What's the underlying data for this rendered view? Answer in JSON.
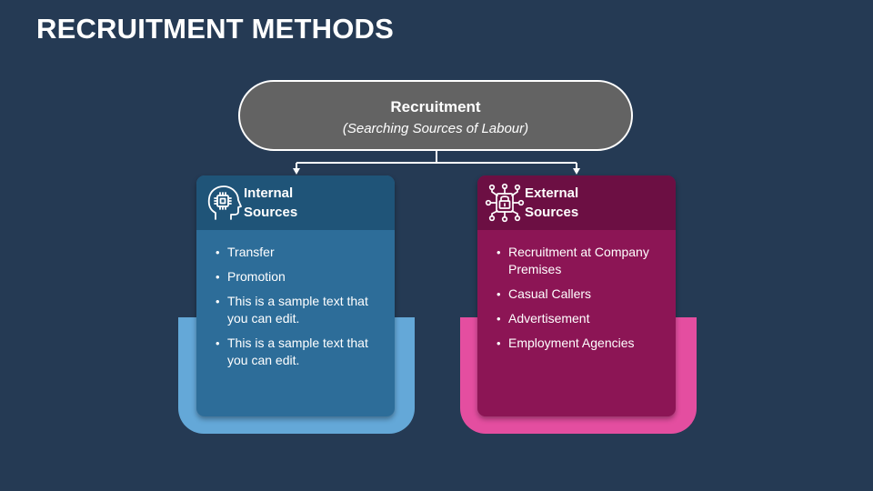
{
  "slide": {
    "title": "RECRUITMENT METHODS"
  },
  "root": {
    "title": "Recruitment",
    "subtitle": "(Searching Sources of Labour)"
  },
  "cards": {
    "internal": {
      "heading": "Internal Sources",
      "icon": "ai-head-chip-icon",
      "items": [
        "Transfer",
        "Promotion",
        "This is a sample text that you can edit.",
        "This is a sample text that you can edit."
      ]
    },
    "external": {
      "heading": "External Sources",
      "icon": "network-lock-icon",
      "items": [
        "Recruitment at Company Premises",
        "Casual Callers",
        "Advertisement",
        "Employment Agencies"
      ]
    }
  },
  "colors": {
    "background": "#253a54",
    "root_fill": "#636363",
    "internal_header": "#1f5478",
    "internal_body": "#2d6d99",
    "internal_tray": "#64a8d8",
    "external_header": "#6c0f43",
    "external_body": "#8c1555",
    "external_tray": "#e44ea0"
  }
}
